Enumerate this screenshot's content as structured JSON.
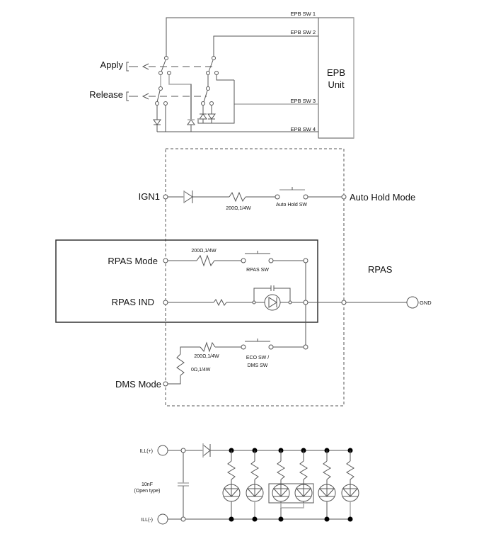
{
  "epb_section": {
    "unit_label_line1": "EPB",
    "unit_label_line2": "Unit",
    "terminals": [
      "EPB SW  1",
      "EPB SW  2",
      "EPB SW  3",
      "EPB SW  4"
    ],
    "apply_label": "Apply",
    "release_label": "Release"
  },
  "rpas_section": {
    "module_label": "RPAS",
    "ign1_label": "IGN1",
    "auto_hold_mode_label": "Auto Hold Mode",
    "auto_hold_resistor_label": "200Ω,1/4W",
    "auto_hold_switch_label": "Auto Hold SW",
    "rpas_mode_label": "RPAS Mode",
    "rpas_mode_resistor_label": "200Ω,1/4W",
    "rpas_switch_label": "RPAS SW",
    "rpas_ind_label": "RPAS IND",
    "gnd_label": "GND",
    "dms_mode_label": "DMS Mode",
    "dms_resistor_label": "200Ω,1/4W",
    "dms_series_resistor_label": "0Ω,1/4W",
    "eco_switch_label_line1": "ECO SW /",
    "eco_switch_label_line2": "DMS SW"
  },
  "ill_section": {
    "ill_plus_label": "ILL(+)",
    "ill_minus_label": "ILL(-)",
    "capacitor_label_line1": "10nF",
    "capacitor_label_line2": "(Open type)",
    "led_count": 6
  }
}
